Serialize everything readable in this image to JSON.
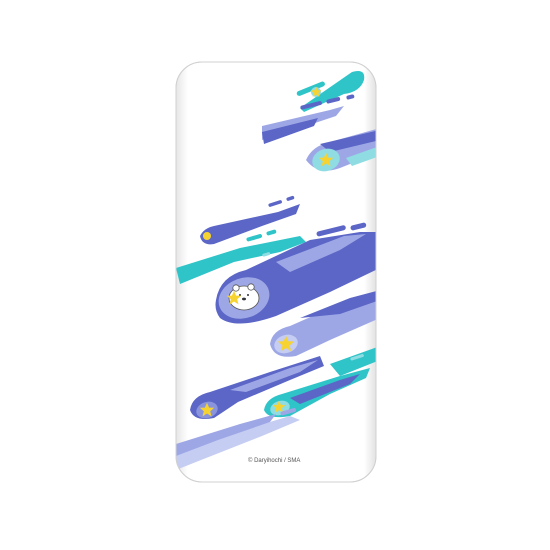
{
  "product": {
    "case_color": "#ffffff",
    "case_shadow": "#dedede",
    "copyright": "© Daryihochi / SMA"
  },
  "palette": {
    "teal": "#2ec4c8",
    "teal_light": "#8fdde3",
    "blue": "#5b66c6",
    "blue_light": "#9ea7e6",
    "blue_pale": "#c5cdf2",
    "star": "#f7d332",
    "bear": "#ffffff"
  },
  "icons": {
    "comet": "shooting-star-trail",
    "star": "five-point-star",
    "bear": "polar-bear-holding-star"
  }
}
